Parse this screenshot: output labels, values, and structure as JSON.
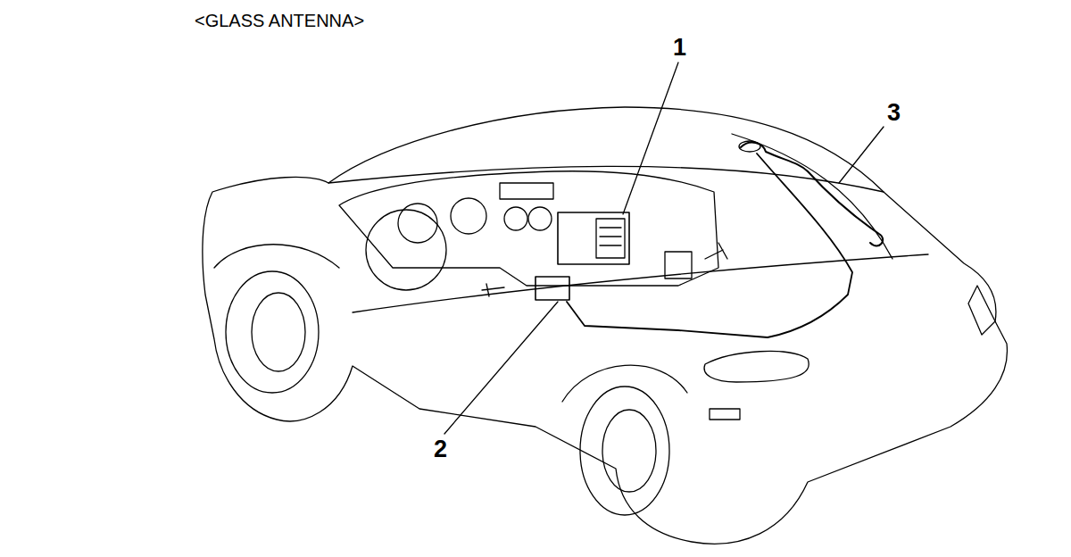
{
  "diagram": {
    "title": "<GLASS ANTENNA>",
    "labels": [
      "1",
      "2",
      "3"
    ]
  }
}
